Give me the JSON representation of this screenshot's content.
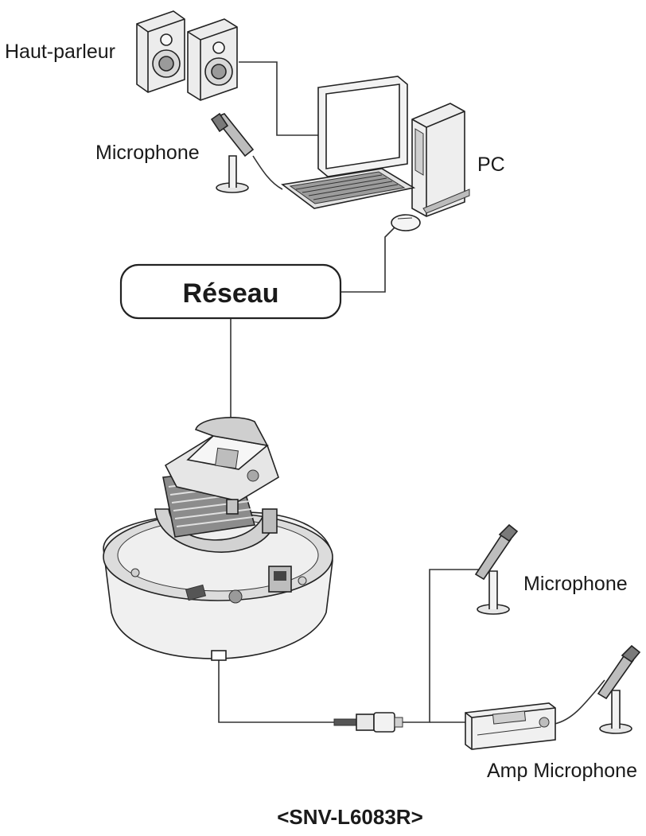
{
  "labels": {
    "speaker": "Haut-parleur",
    "microphone_pc": "Microphone",
    "pc": "PC",
    "network": "Réseau",
    "microphone_camera": "Microphone",
    "amp_microphone": "Amp Microphone",
    "model": "<SNV-L6083R>"
  }
}
